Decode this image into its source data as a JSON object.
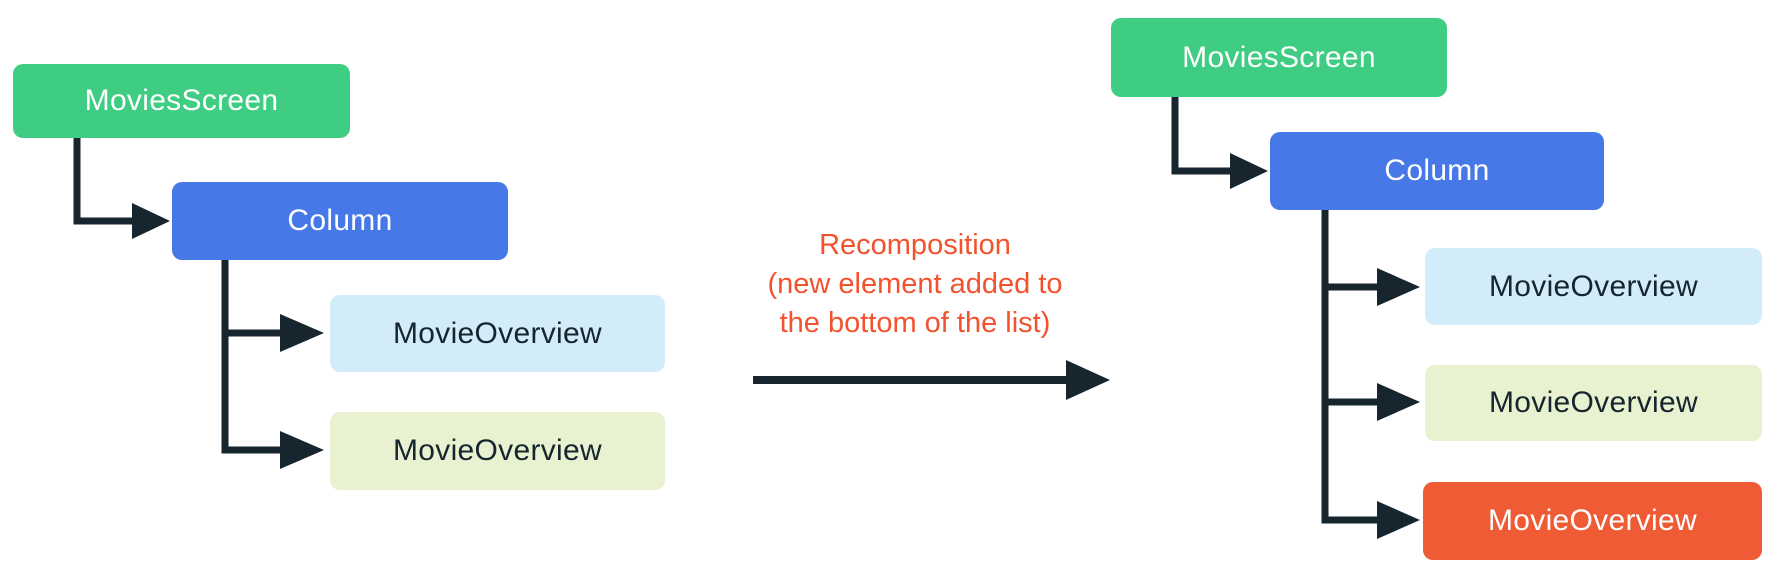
{
  "background": "#FFFFFF",
  "connector_color": "#17252F",
  "left_tree": {
    "root": {
      "label": "MoviesScreen",
      "bg": "#3ECD82",
      "fg": "#FFFFFF"
    },
    "column": {
      "label": "Column",
      "bg": "#4678E8",
      "fg": "#FFFFFF"
    },
    "children": [
      {
        "label": "MovieOverview",
        "bg": "#D2ECFA",
        "fg": "#17252F"
      },
      {
        "label": "MovieOverview",
        "bg": "#E8F1D0",
        "fg": "#17252F"
      }
    ]
  },
  "annotation": {
    "lines": [
      "Recomposition",
      "(new element added to",
      "the bottom of the list)"
    ],
    "color": "#F3522E"
  },
  "right_tree": {
    "root": {
      "label": "MoviesScreen",
      "bg": "#3ECD82",
      "fg": "#FFFFFF"
    },
    "column": {
      "label": "Column",
      "bg": "#4678E8",
      "fg": "#FFFFFF"
    },
    "children": [
      {
        "label": "MovieOverview",
        "bg": "#D2ECFA",
        "fg": "#17252F"
      },
      {
        "label": "MovieOverview",
        "bg": "#E8F1D0",
        "fg": "#17252F"
      },
      {
        "label": "MovieOverview",
        "bg": "#EE5B35",
        "fg": "#FFFFFF"
      }
    ]
  }
}
